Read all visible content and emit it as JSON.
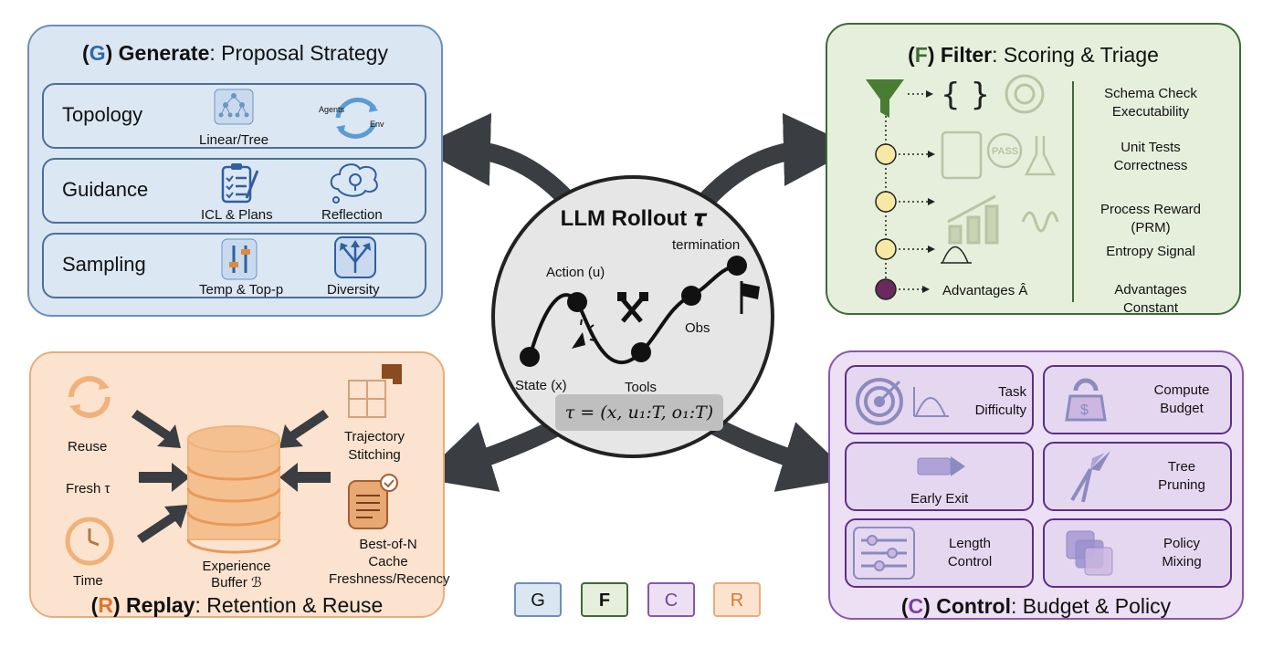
{
  "generate": {
    "title_letter": "G",
    "title_word": "Generate",
    "title_rest": ": Proposal Strategy",
    "rows": [
      {
        "label": "Topology",
        "item1": "Linear/Tree",
        "item2_a": "Agents",
        "item2_b": "Env"
      },
      {
        "label": "Guidance",
        "item1": "ICL & Plans",
        "item2": "Reflection"
      },
      {
        "label": "Sampling",
        "item1": "Temp & Top-p",
        "item2": "Diversity"
      }
    ]
  },
  "filter": {
    "title_letter": "F",
    "title_word": "Filter",
    "title_rest": ": Scoring & Triage",
    "advantages_label": "Advantages Â",
    "right_labels": [
      [
        "Schema Check",
        "Executability"
      ],
      [
        "Unit Tests",
        "Correctness"
      ],
      [
        "Process Reward",
        "(PRM)"
      ],
      [
        "Entropy Signal"
      ],
      [
        "Advantages",
        "Constant"
      ]
    ],
    "pass_text": "PASS"
  },
  "replay": {
    "title_letter": "R",
    "title_word": "Replay",
    "title_rest": ": Retention & Reuse",
    "reuse": "Reuse",
    "fresh": "Fresh τ",
    "time": "Time",
    "buffer_line1": "Experience",
    "buffer_line2": "Buffer ℬ",
    "traj_line1": "Trajectory",
    "traj_line2": "Stitching",
    "bon_line1": "Best-of-N",
    "bon_line2": "Cache",
    "bon_line3": "Freshness/Recency"
  },
  "control": {
    "title_letter": "C",
    "title_word": "Control",
    "title_rest": ": Budget & Policy",
    "boxes": [
      [
        "Task",
        "Difficulty"
      ],
      [
        "Compute",
        "Budget"
      ],
      [
        "Early Exit"
      ],
      [
        "Tree",
        "Pruning"
      ],
      [
        "Length",
        "Control"
      ],
      [
        "Policy",
        "Mixing"
      ]
    ]
  },
  "center": {
    "title": "LLM Rollout 𝝉",
    "termination": "termination",
    "action": "Action (u)",
    "obs": "Obs",
    "state": "State (x)",
    "tools": "Tools",
    "formula": "τ = (x, u₁:T, o₁:T)"
  },
  "legend": [
    "G",
    "F",
    "C",
    "R"
  ],
  "colors": {
    "generate_bg": "#dbe6f3",
    "filter_bg": "#e6efdc",
    "replay_bg": "#fbe3cf",
    "control_bg": "#ede0f4",
    "generate_letter": "#2e6aa8",
    "filter_letter": "#3e6b35",
    "replay_letter": "#d9772f",
    "control_letter": "#7a3fa0",
    "arrow": "#3a3d42",
    "center_bg": "#e6e6e6"
  }
}
